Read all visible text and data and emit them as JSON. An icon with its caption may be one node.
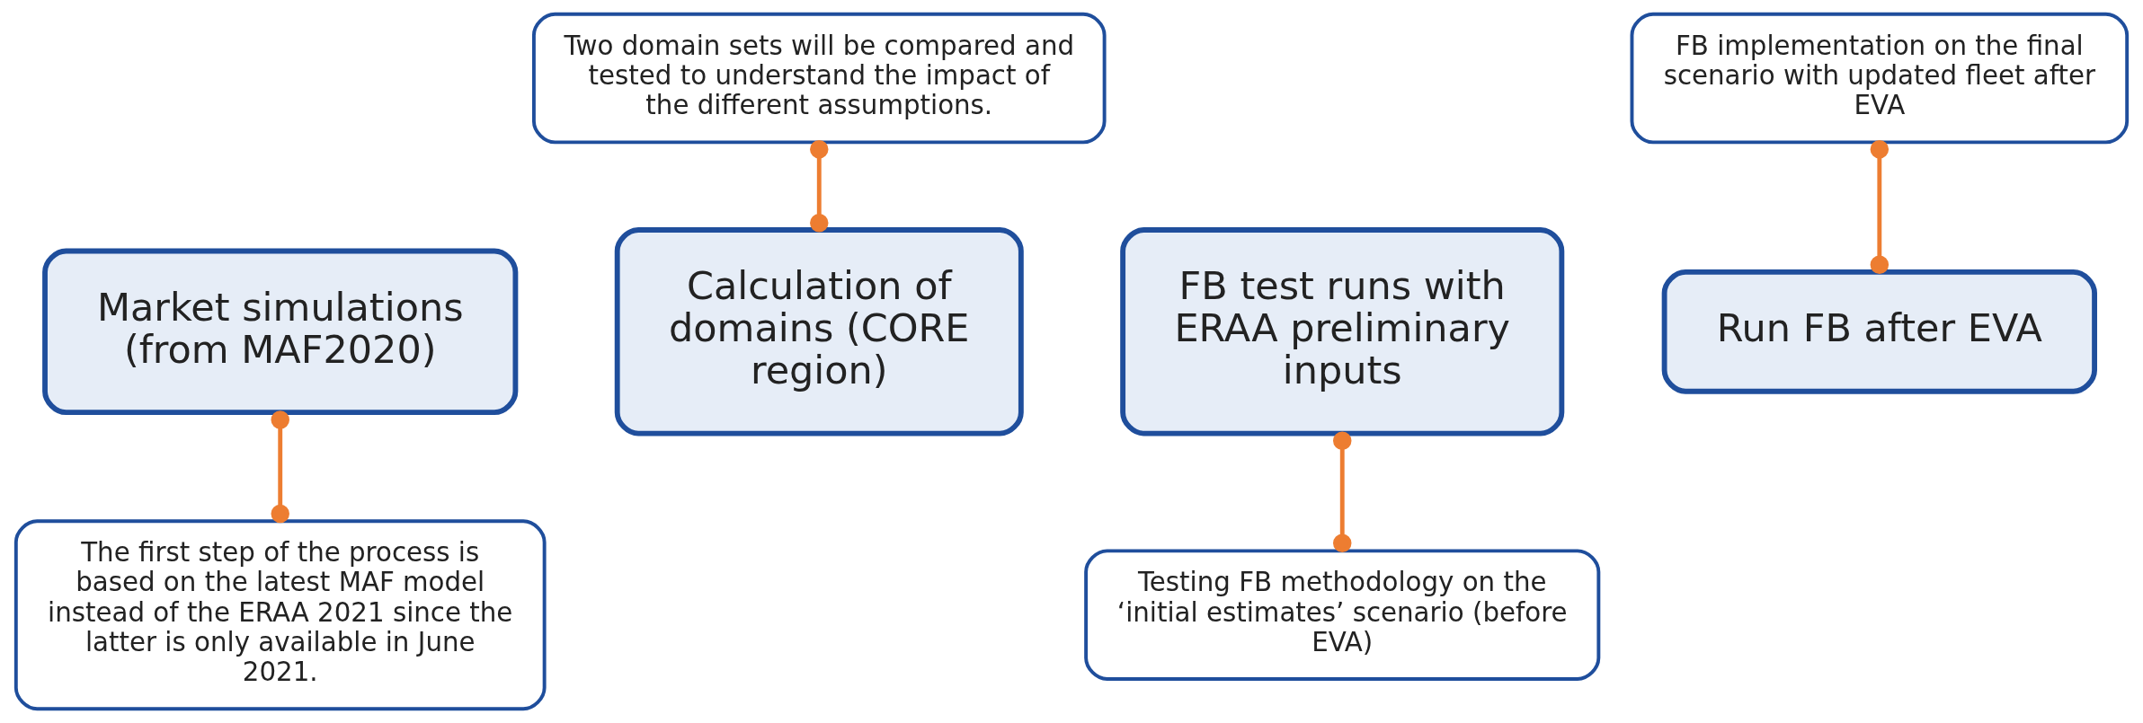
{
  "diagram": {
    "nodes": [
      {
        "text": [
          "Two domain sets will be compared and tested to understand the impact of the different assumptions."
        ]
      },
      {
        "text": [
          "FB implementation on the final scenario with updated fleet after EVA"
        ]
      },
      {
        "text": [
          "Market simulations (from MAF2020)"
        ]
      },
      {
        "text": [
          "Calculation of domains (CORE region)"
        ]
      },
      {
        "text": [
          "FB test runs with ERAA preliminary inputs"
        ]
      },
      {
        "text": [
          "Run FB after EVA"
        ]
      },
      {
        "text": [
          "The first step of the process is based on the latest MAF model instead of the ERAA 2021 since the latter is only available in June 2021."
        ]
      },
      {
        "text": [
          "Testing FB methodology on the ‘initial estimates’ scenario (before EVA)"
        ]
      }
    ],
    "edges": [
      {
        "from": 0,
        "to": 3,
        "arrow": "other"
      },
      {
        "from": 1,
        "to": 5,
        "arrow": "other"
      },
      {
        "from": 2,
        "to": 6,
        "arrow": "other"
      },
      {
        "from": 4,
        "to": 7,
        "arrow": "other"
      }
    ]
  }
}
